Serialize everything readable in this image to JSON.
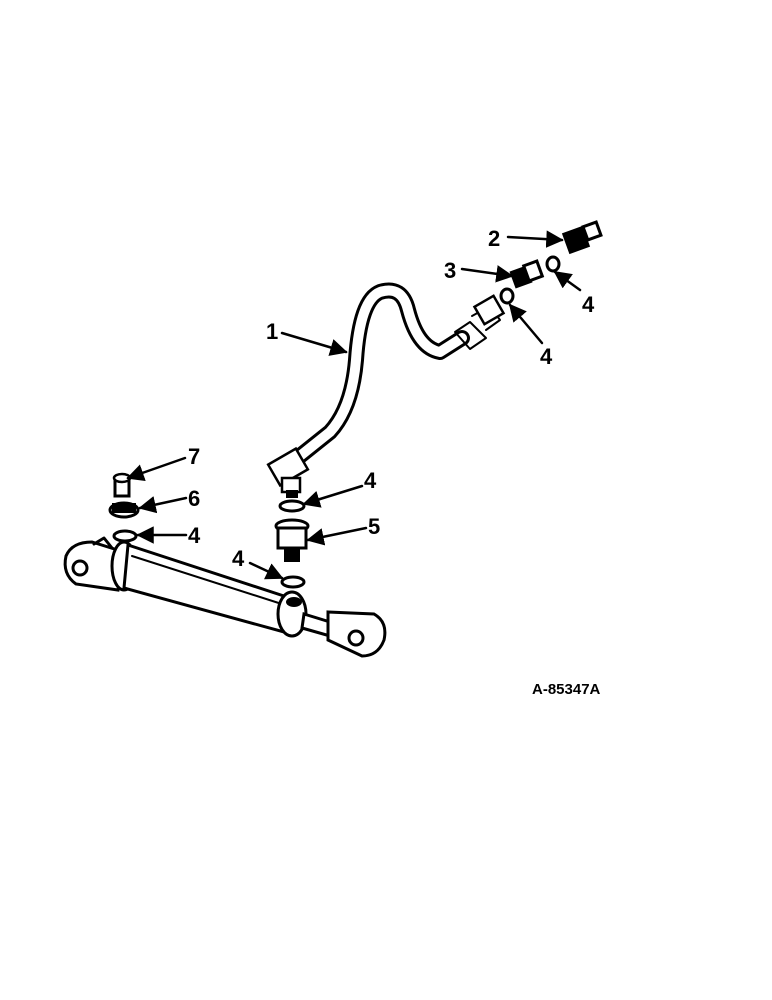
{
  "callouts": {
    "c1": "1",
    "c2": "2",
    "c3": "3",
    "c4a": "4",
    "c4b": "4",
    "c4c": "4",
    "c4d": "4",
    "c4e": "4",
    "c5": "5",
    "c6": "6",
    "c7": "7"
  },
  "drawing_id": "A-85347A",
  "colors": {
    "ink": "#000000",
    "paper": "#ffffff"
  }
}
